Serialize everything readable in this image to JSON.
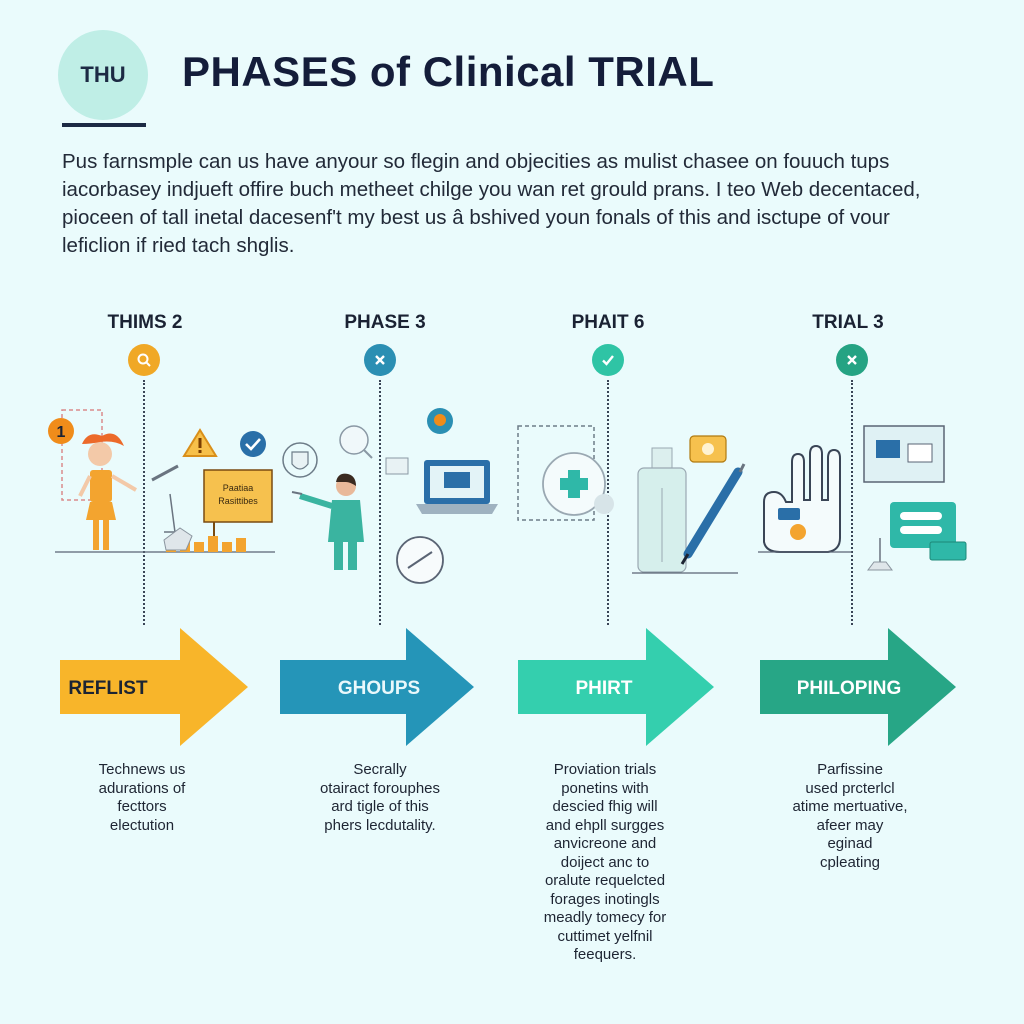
{
  "header": {
    "logo_text": "THU",
    "title": "PHASES of Clinical TRIAL"
  },
  "intro_lines": [
    "Pus farnsmple can us have anyour so flegin and objecities as mulist chasee on fouuch tups",
    "iacorbasey indjueft offire buch metheet chilge you wan ret grould prans. I teo Web decentaced,",
    "pioceen of tall inetal dacesenf't my best us â bshived youn fonals of this and isctupe of vour",
    "leficlion if ried tach shglis."
  ],
  "phases": [
    {
      "label": "THIMS 2",
      "badge_icon": "search-icon",
      "badge_color": "#f0a826",
      "arrow_label": "REFLIST",
      "arrow_color": "#f8b52a",
      "arrow_text_color": "#1c2433",
      "description": [
        "Technews us",
        "adurations of",
        "fecttors",
        "electution"
      ]
    },
    {
      "label": "PHASE 3",
      "badge_icon": "close-icon",
      "badge_color": "#2b8fb3",
      "arrow_label": "GHOUPS",
      "arrow_color": "#2595b8",
      "arrow_text_color": "#e9f8fb",
      "description": [
        "Secrally",
        "otairact forouphes",
        "ard tigle of this",
        "phers lecdutality."
      ]
    },
    {
      "label": "PHAIT 6",
      "badge_icon": "check-icon",
      "badge_color": "#2fc4a5",
      "arrow_label": "PHIRT",
      "arrow_color": "#34cfae",
      "arrow_text_color": "#ffffff",
      "description": [
        "Proviation trials",
        "ponetins with",
        "descied fhig will",
        "and ehpll surgges",
        "anvicreone and",
        "doiject anc to",
        "oralute requelcted",
        "forages inotingls",
        "meadly tomecy for",
        "cuttimet yelfnil",
        "feequers."
      ]
    },
    {
      "label": "TRIAL 3",
      "badge_icon": "close-icon",
      "badge_color": "#25a383",
      "arrow_label": "PHILOPING",
      "arrow_color": "#27a686",
      "arrow_text_color": "#ffffff",
      "description": [
        "Parfissine",
        "used prcterlcl",
        "atime mertuative,",
        "afeer may",
        "eginad",
        "cpleating"
      ]
    }
  ],
  "illustrations": {
    "marker_number": "1",
    "sign_text": [
      "Paatiaa",
      "Rasittibes"
    ]
  },
  "colors": {
    "background": "#eafbfc",
    "ink": "#141d3a",
    "orange": "#f8b52a",
    "blue": "#2595b8",
    "teal": "#34cfae",
    "green": "#27a686"
  }
}
